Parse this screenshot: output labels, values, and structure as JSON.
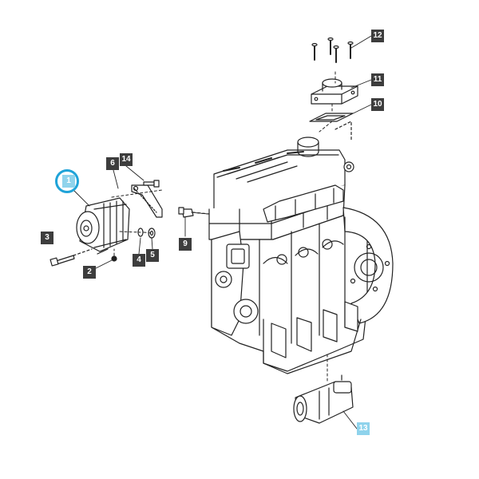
{
  "colors": {
    "line": "#222222",
    "callout_bg": "#3d3d3d",
    "callout_highlight_bg": "#8fd3ec",
    "selection_ring": "#1fa3d8"
  },
  "callouts": {
    "c1": "1",
    "c2": "2",
    "c3": "3",
    "c4": "4",
    "c5": "5",
    "c6": "6",
    "c9": "9",
    "c10": "10",
    "c11": "11",
    "c12": "12",
    "c13": "13",
    "c14": "14"
  },
  "selected_part": "1"
}
